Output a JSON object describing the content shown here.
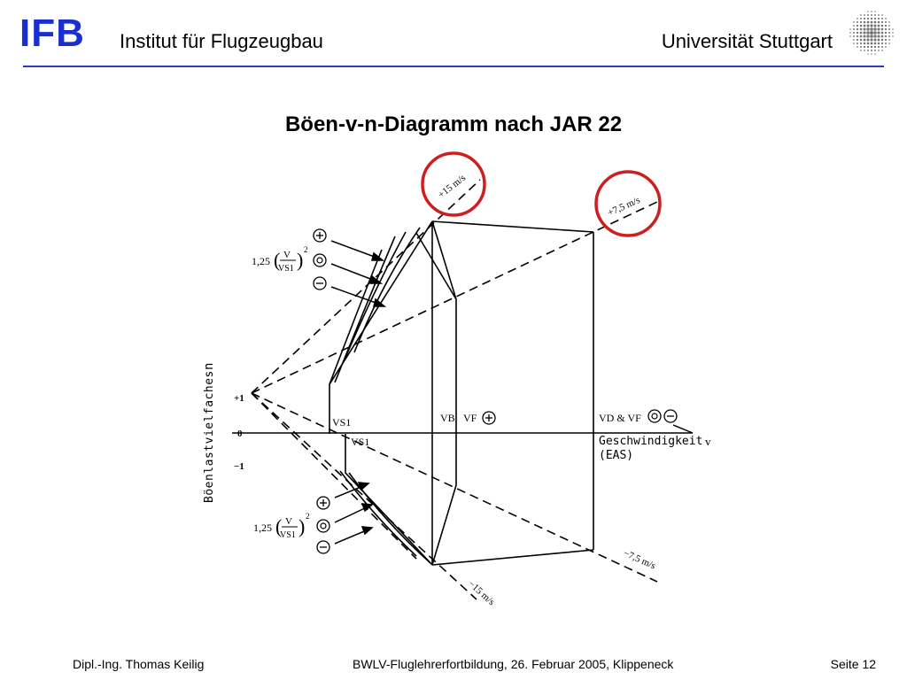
{
  "header": {
    "logo_text": "IFB",
    "institute": "Institut für Flugzeugbau",
    "university": "Universität Stuttgart",
    "brand_color": "#1a2fd0",
    "rule_color": "#2c39c8"
  },
  "slide": {
    "title": "Böen-v-n-Diagramm nach JAR 22"
  },
  "diagram": {
    "y_axis_label": "Böenlastvielfaches",
    "y_axis_symbol": "n",
    "x_axis_symbol": "v",
    "x_axis_label_line1": "Geschwindigkeit",
    "x_axis_label_line2": "(EAS)",
    "tick_plus1": "+1",
    "tick_zero": "0",
    "tick_minus1": "−1",
    "speed_vs1": "VS1",
    "speed_vs1_neg": "VS1",
    "speed_vb": "VB",
    "speed_vf": "VF",
    "speed_vd_vf": "VD & VF",
    "gust_plus15": "+15 m/s",
    "gust_plus75": "+7,5 m/s",
    "gust_minus75": "−7,5 m/s",
    "gust_minus15": "−15 m/s",
    "formula_coeff": "1,25",
    "formula_num": "V",
    "formula_den": "VS1",
    "formula_exp": "2",
    "flap_symbols": [
      "+",
      "0",
      "−"
    ],
    "highlight_color": "#cc1f1f"
  },
  "footer": {
    "author": "Dipl.-Ing. Thomas Keilig",
    "event": "BWLV-Fluglehrerfortbildung, 26. Februar 2005, Klippeneck",
    "page": "Seite 12"
  }
}
